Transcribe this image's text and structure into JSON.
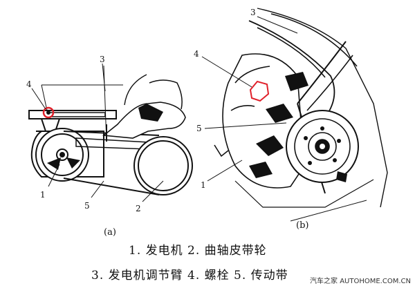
{
  "figure": {
    "panel_a": {
      "label": "(a)",
      "callouts": {
        "c1": "1",
        "c2": "2",
        "c3": "3",
        "c4": "4",
        "c5": "5"
      }
    },
    "panel_b": {
      "label": "(b)",
      "callouts": {
        "c1": "1",
        "c3": "3",
        "c4": "4",
        "c5": "5"
      }
    },
    "caption_line1": "1. 发电机  2. 曲轴皮带轮",
    "caption_line2": "3. 发电机调节臂  4. 螺栓  5. 传动带",
    "watermark": "汽车之家 AUTOHOME.COM.CN",
    "highlight_color": "#e0202a"
  }
}
